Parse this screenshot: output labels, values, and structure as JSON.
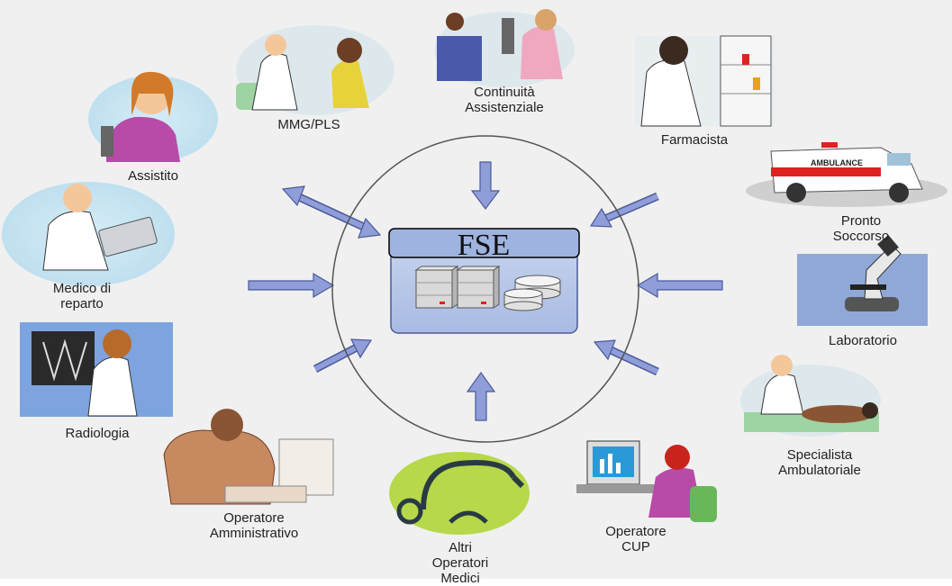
{
  "hub": {
    "title": "FSE"
  },
  "actors": [
    {
      "id": "assistito",
      "label": "Assistito"
    },
    {
      "id": "mmg",
      "label": "MMG/PLS"
    },
    {
      "id": "continuita",
      "label": "Continuità\nAssistenziale"
    },
    {
      "id": "farmacista",
      "label": "Farmacista"
    },
    {
      "id": "pronto-soccorso",
      "label": "Pronto Soccorso"
    },
    {
      "id": "laboratorio",
      "label": "Laboratorio"
    },
    {
      "id": "specialista",
      "label": "Specialista\nAmbulatoriale"
    },
    {
      "id": "operatore-cup",
      "label": "Operatore\nCUP"
    },
    {
      "id": "altri-operatori",
      "label": "Altri\nOperatori\nMedici"
    },
    {
      "id": "operatore-amm",
      "label": "Operatore\nAmministrativo"
    },
    {
      "id": "radiologia",
      "label": "Radiologia"
    },
    {
      "id": "medico-reparto",
      "label": "Medico di\nreparto"
    }
  ],
  "ambulance_text": "AMBULANCE",
  "colors": {
    "arrow_fill": "#8f9dd8",
    "arrow_stroke": "#4a5a9a",
    "hub_box": "#b8c6e6",
    "hub_header": "#9fb3e0",
    "circle_stroke": "#555555"
  }
}
